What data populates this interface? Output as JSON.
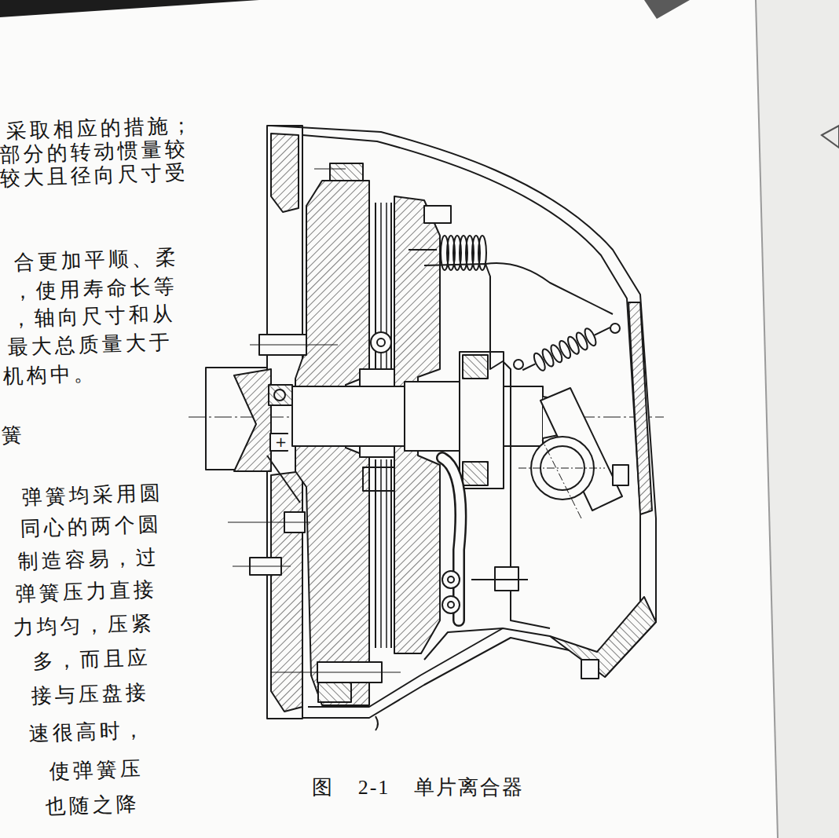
{
  "diagram": {
    "caption": "图 2-1 单片离合器",
    "labels": [
      "采取相应的措施；",
      "部分的转动惯量较",
      "较大且径向尺寸受",
      "合更加平顺、柔",
      "，使用寿命长等",
      "，轴向尺寸和从",
      "最大总质量大于",
      "机构中。",
      "簧",
      "弹簧均采用圆",
      "同心的两个圆",
      "制造容易，过",
      "弹簧压力直接",
      "力均匀，压紧",
      "多，而且应",
      "接与压盘接",
      "速很高时，",
      "使弹簧压",
      "也随之降",
      "+"
    ]
  }
}
